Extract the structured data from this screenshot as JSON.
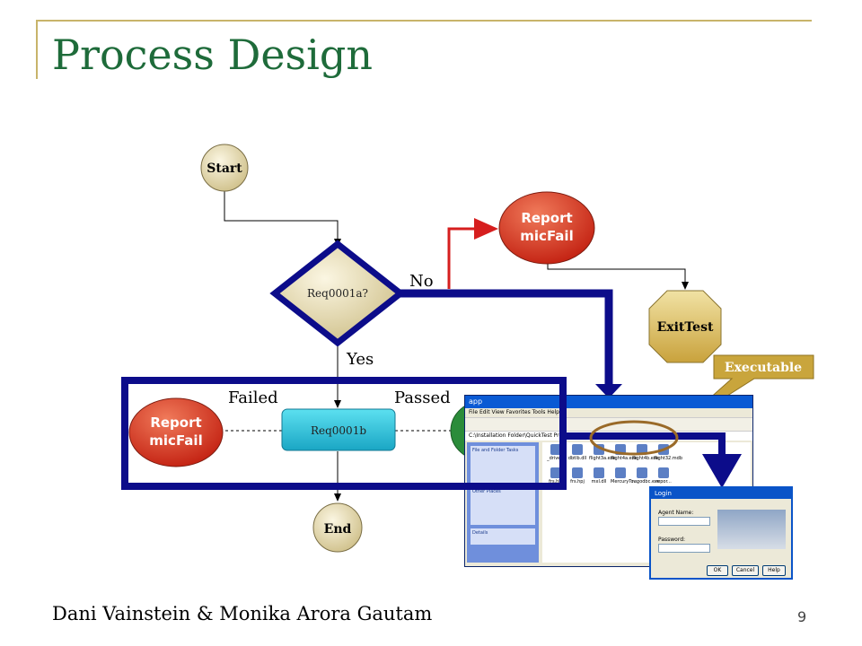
{
  "slide": {
    "title": "Process Design",
    "author": "Dani Vainstein & Monika Arora Gautam",
    "page_number": "9"
  },
  "nodes": {
    "start": "Start",
    "decision": "Req0001a?",
    "report_top_line1": "Report",
    "report_top_line2": "micFail",
    "exit_test": "ExitTest",
    "req_b": "Req0001b",
    "report_left_line1": "Report",
    "report_left_line2": "micFail",
    "end": "End"
  },
  "edges": {
    "no": "No",
    "yes": "Yes",
    "failed": "Failed",
    "passed": "Passed"
  },
  "callout": {
    "executable": "Executable"
  },
  "explorer": {
    "title": "app",
    "menu": "File  Edit  View  Favorites  Tools  Help",
    "address": "C:\\Installation Folder\\QuickTest Professional\\...",
    "side_panels": [
      "File and Folder Tasks",
      "Other Places",
      "Details"
    ],
    "files": [
      "_drivers",
      "dbtlb.dll",
      "flight3a.exe",
      "flight4a.exe",
      "flight4b.exe",
      "flight32.mdb",
      "frs.hlp",
      "frs.hpj",
      "mxl.dll",
      "MercuryTo...",
      "regodbc.exe",
      "repor..."
    ]
  },
  "login_dialog": {
    "title": "Login",
    "agent_label": "Agent Name:",
    "password_label": "Password:",
    "ok": "OK",
    "cancel": "Cancel",
    "help": "Help"
  },
  "colors": {
    "title_green": "#1e6b3a",
    "node_beige": "#e9dfb6",
    "report_red": "#d93420",
    "highlight_blue": "#0c0c8a",
    "exit_gold": "#d4b65a",
    "callout_gold": "#c9a53c",
    "red_arrow": "#d61e1e"
  }
}
